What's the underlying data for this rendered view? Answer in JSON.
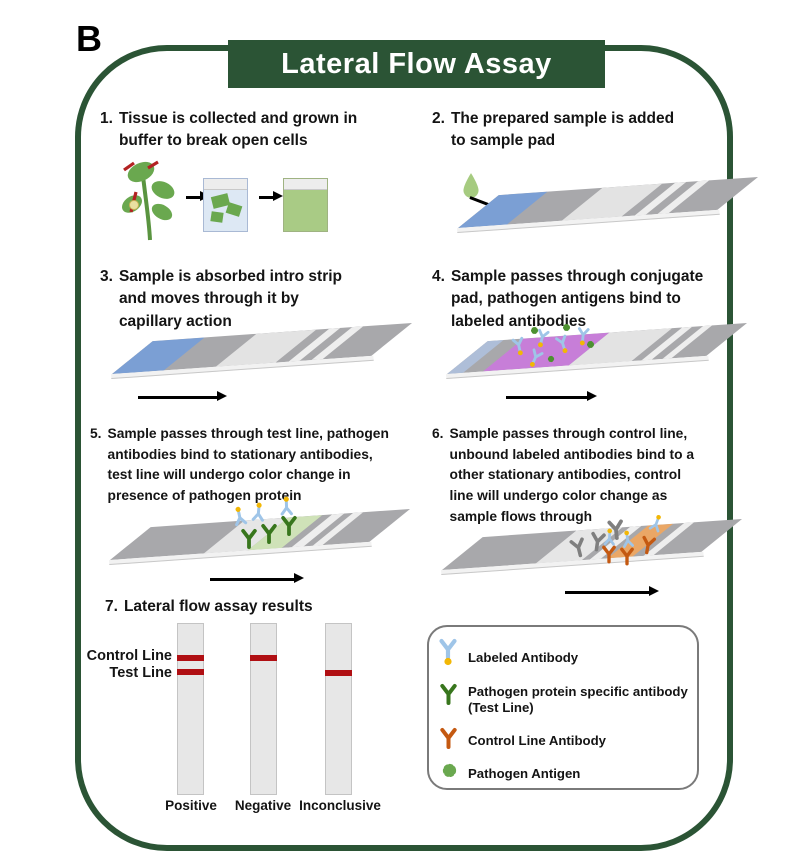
{
  "panel_label": "B",
  "title": "Lateral Flow Assay",
  "steps": [
    {
      "num": "1.",
      "text": "Tissue is collected and grown in\nbuffer to break open cells"
    },
    {
      "num": "2.",
      "text": "The prepared sample is added\nto sample pad"
    },
    {
      "num": "3.",
      "text": "Sample is absorbed intro strip\nand moves through it by\ncapillary action"
    },
    {
      "num": "4.",
      "text": "Sample passes through conjugate\npad, pathogen antigens bind to\nlabeled antibodies"
    },
    {
      "num": "5.",
      "text": "Sample passes through test line, pathogen\nantibodies bind to stationary antibodies,\ntest line will undergo color change in\npresence of pathogen protein"
    },
    {
      "num": "6.",
      "text": "Sample passes through control line,\nunbound labeled antibodies bind to a\nother stationary antibodies, control\nline will undergo color change as\nsample flows through"
    },
    {
      "num": "7.",
      "text": "Lateral flow assay results"
    }
  ],
  "results": {
    "control_line_label": "Control Line",
    "test_line_label": "Test Line",
    "strips": [
      {
        "label": "Positive",
        "control_line": true,
        "test_line": true
      },
      {
        "label": "Negative",
        "control_line": true,
        "test_line": false
      },
      {
        "label": "Inconclusive",
        "control_line": false,
        "test_line": true
      }
    ]
  },
  "legend": {
    "items": [
      {
        "label": "Labeled Antibody",
        "sublabel": ""
      },
      {
        "label": "Pathogen protein specific antibody",
        "sublabel": "(Test Line)"
      },
      {
        "label": "Control Line Antibody",
        "sublabel": ""
      },
      {
        "label": "Pathogen Antigen",
        "sublabel": ""
      }
    ]
  },
  "colors": {
    "accent_green": "#2b5435",
    "result_line_red": "#b00f13",
    "sample_pad_blue": "#7b9fd4",
    "conjugate_pad_purple": "#c77ed8",
    "test_line_band_green": "#cfe2b8",
    "control_line_band_orange": "#eaa766",
    "labeled_antibody_blue": "#9fc5e8",
    "label_dot_yellow": "#f2b705",
    "test_antibody_green": "#38761d",
    "control_antibody_orange": "#c45911",
    "unbound_antibody_gray": "#7f7f7f",
    "antigen_green": "#6aa84f"
  }
}
